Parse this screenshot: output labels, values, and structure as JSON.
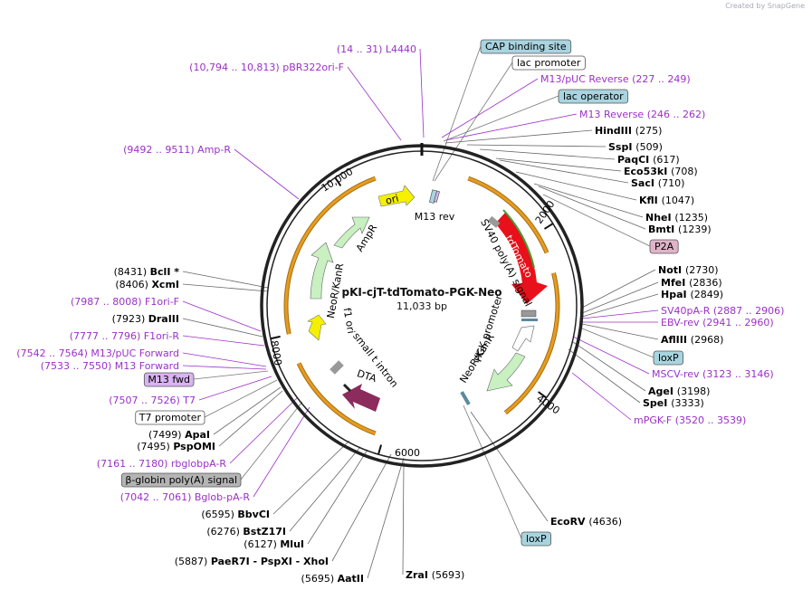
{
  "credit": "Created by SnapGene",
  "plasmid": {
    "name": "pKI-cjT-tdTomato-PGK-Neo",
    "size": "11,033 bp"
  },
  "ticks": [
    "2000",
    "4000",
    "6000",
    "8000",
    "10,000"
  ],
  "left_labels": [
    {
      "text": "(14 .. 31)  L4440",
      "color": "purple"
    },
    {
      "text": "(10,794 .. 10,813)  pBR322ori-F",
      "color": "purple"
    },
    {
      "text": "(9492 .. 9511)  Amp-R",
      "color": "purple"
    },
    {
      "pos": "(8431)",
      "name": "BclI *"
    },
    {
      "pos": "(8406)",
      "name": "XcmI"
    },
    {
      "text": "(7987 .. 8008)  F1ori-F",
      "color": "purple"
    },
    {
      "pos": "(7923)",
      "name": "DraIII"
    },
    {
      "text": "(7777 .. 7796)  F1ori-R",
      "color": "purple"
    },
    {
      "text": "(7542 .. 7564)  M13/pUC Forward",
      "color": "purple"
    },
    {
      "text": "(7533 .. 7550)  M13 Forward",
      "color": "purple"
    },
    {
      "box": "M13 fwd",
      "style": "purple"
    },
    {
      "text": "(7507 .. 7526)  T7",
      "color": "purple"
    },
    {
      "box": "T7 promoter",
      "style": "white"
    },
    {
      "pos": "(7499)",
      "name": "ApaI"
    },
    {
      "pos": "(7495)",
      "name": "PspOMI"
    },
    {
      "text": "(7161 .. 7180)  rbglobpA-R",
      "color": "purple"
    },
    {
      "box": "β-globin poly(A) signal",
      "style": "gray"
    },
    {
      "text": "(7042 .. 7061)  Bglob-pA-R",
      "color": "purple"
    },
    {
      "pos": "(6595)",
      "name": "BbvCI"
    },
    {
      "pos": "(6276)",
      "name": "BstZ17I"
    },
    {
      "pos": "(6127)",
      "name": "MluI"
    },
    {
      "pos": "(5887)",
      "name": "PaeR7I  -  PspXI  -  XhoI"
    },
    {
      "pos": "(5695)",
      "name": "AatII"
    }
  ],
  "right_labels": [
    {
      "box": "CAP binding site",
      "style": "blue"
    },
    {
      "box": "lac promoter",
      "style": "white"
    },
    {
      "text": "M13/pUC Reverse    (227 .. 249)",
      "color": "purple"
    },
    {
      "box": "lac operator",
      "style": "blue"
    },
    {
      "text": "M13 Reverse    (246 .. 262)",
      "color": "purple"
    },
    {
      "name": "HindIII",
      "pos": "(275)"
    },
    {
      "name": "SspI",
      "pos": "(509)"
    },
    {
      "name": "PaqCI",
      "pos": "(617)"
    },
    {
      "name": "Eco53kI",
      "pos": "(708)"
    },
    {
      "name": "SacI",
      "pos": "(710)"
    },
    {
      "name": "KflI",
      "pos": "(1047)"
    },
    {
      "name": "NheI",
      "pos": "(1235)"
    },
    {
      "name": "BmtI",
      "pos": "(1239)"
    },
    {
      "box": "P2A",
      "style": "pink"
    },
    {
      "name": "NotI",
      "pos": "(2730)"
    },
    {
      "name": "MfeI",
      "pos": "(2836)"
    },
    {
      "name": "HpaI",
      "pos": "(2849)"
    },
    {
      "text": "SV40pA-R    (2887 .. 2906)",
      "color": "purple"
    },
    {
      "text": "EBV-rev    (2941 .. 2960)",
      "color": "purple"
    },
    {
      "name": "AflIII",
      "pos": "(2968)"
    },
    {
      "box": "loxP",
      "style": "blue"
    },
    {
      "text": "MSCV-rev    (3123 .. 3146)",
      "color": "purple"
    },
    {
      "name": "AgeI",
      "pos": "(3198)"
    },
    {
      "name": "SpeI",
      "pos": "(3333)"
    },
    {
      "text": "mPGK-F    (3520 .. 3539)",
      "color": "purple"
    },
    {
      "name": "EcoRV",
      "pos": "(4636)"
    },
    {
      "box": "loxP",
      "style": "blue"
    },
    {
      "name": "ZraI",
      "pos": "(5693)"
    }
  ],
  "features": [
    "ori",
    "AmpR",
    "NeoR/KanR",
    "f1 ori",
    "small t intron",
    "DTA",
    "M13 rev",
    "SV40 poly(A) signal",
    "tdTomato",
    "PGK promoter",
    "NeoR/KanR"
  ],
  "colors": {
    "purple": "#9b30c8",
    "tdTomato": "#e8101a",
    "ori": "#f4f000",
    "ampr": "#c8f0c0",
    "dta": "#8b2c5c",
    "orange": "#e89a20",
    "blue_box": "#a8d4e0",
    "pink_box": "#e0b4c8",
    "purple_box": "#d8b4f0",
    "gray_box": "#b4b4b4"
  }
}
